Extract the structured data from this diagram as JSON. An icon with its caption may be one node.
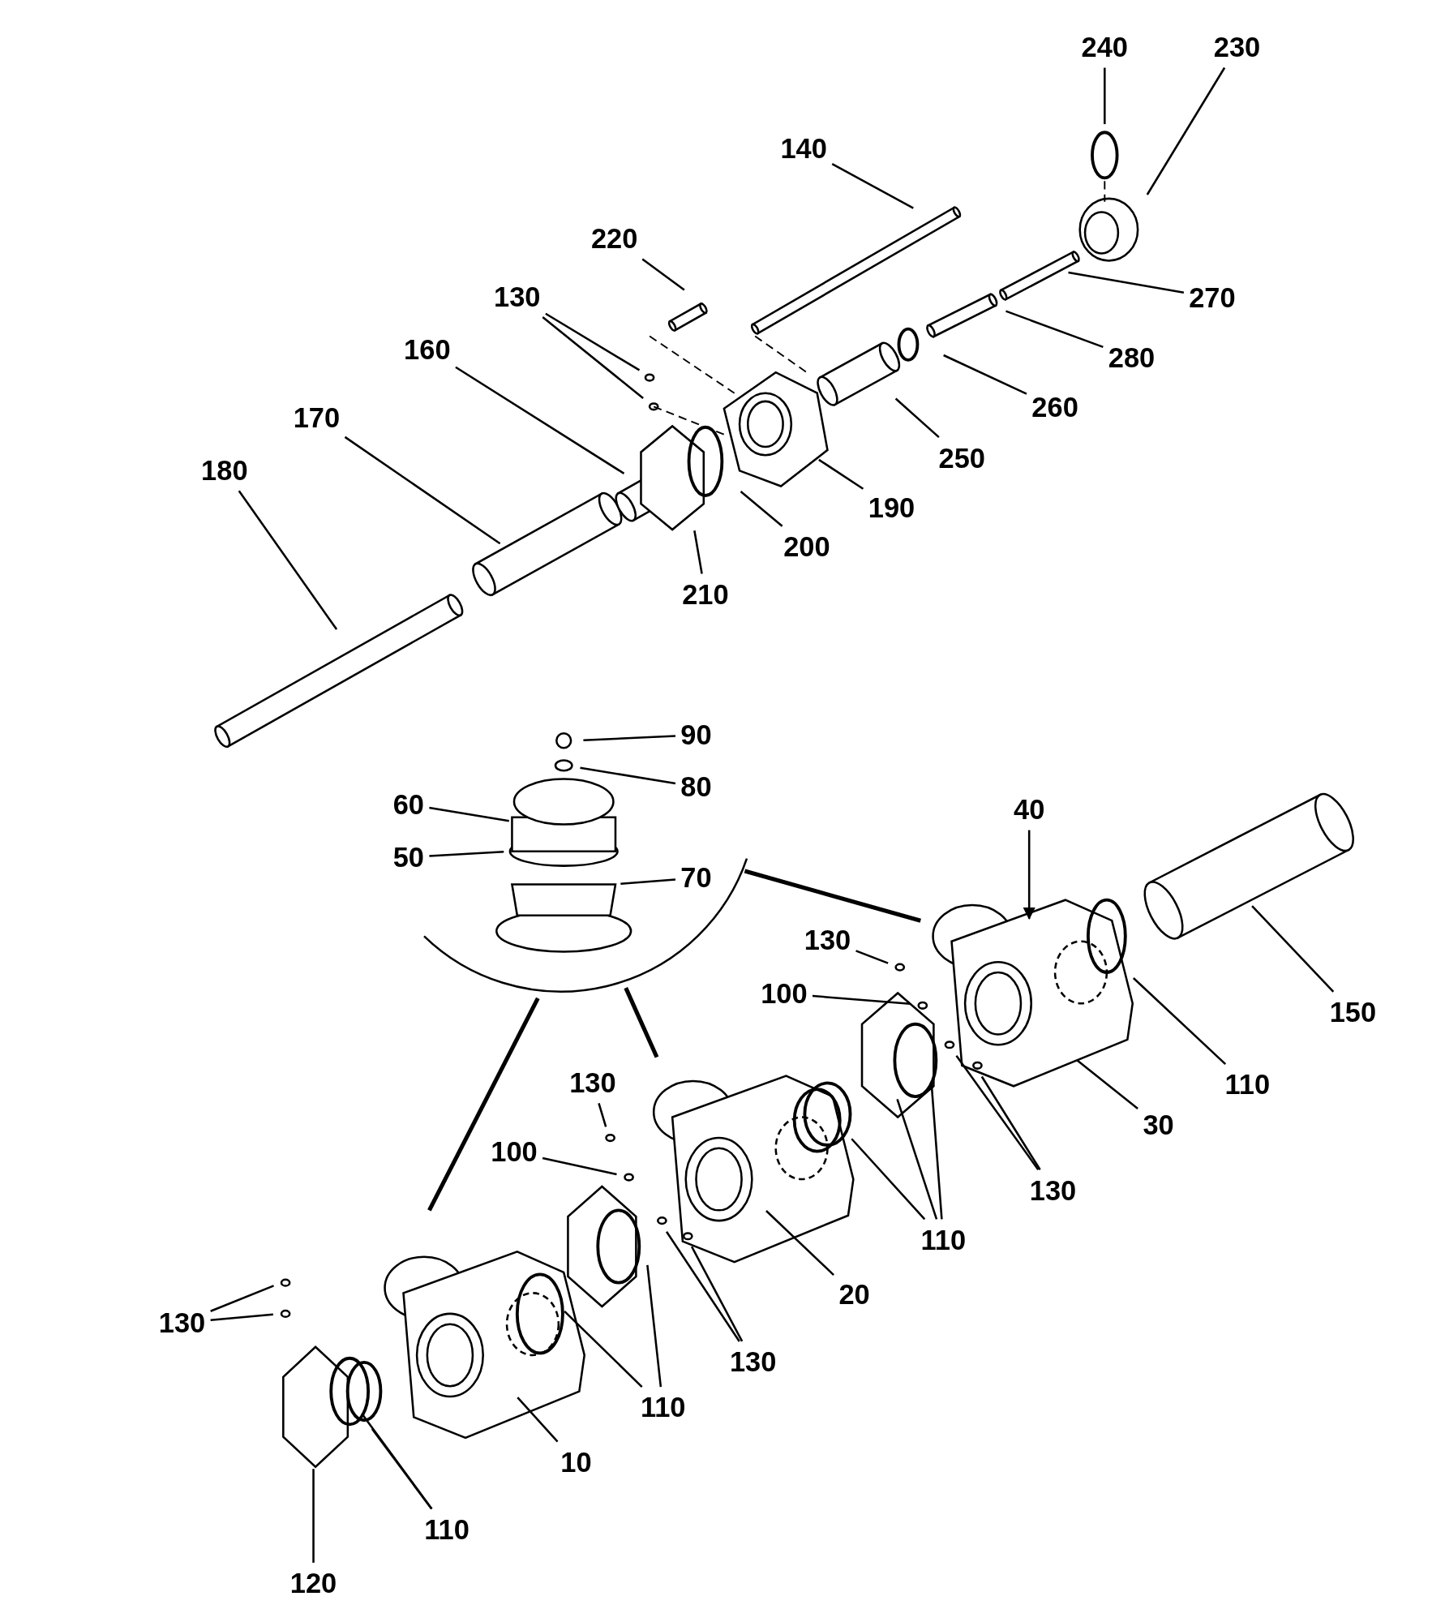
{
  "diagram": {
    "nodes": [
      {
        "text": [
          "240"
        ]
      },
      {
        "text": [
          "230"
        ]
      },
      {
        "text": [
          "140"
        ]
      },
      {
        "text": [
          "220"
        ]
      },
      {
        "text": [
          "130"
        ]
      },
      {
        "text": [
          "270"
        ]
      },
      {
        "text": [
          "160"
        ]
      },
      {
        "text": [
          "280"
        ]
      },
      {
        "text": [
          "260"
        ]
      },
      {
        "text": [
          "170"
        ]
      },
      {
        "text": [
          "250"
        ]
      },
      {
        "text": [
          "180"
        ]
      },
      {
        "text": [
          "190"
        ]
      },
      {
        "text": [
          "200"
        ]
      },
      {
        "text": [
          "210"
        ]
      },
      {
        "text": [
          "90"
        ]
      },
      {
        "text": [
          "80"
        ]
      },
      {
        "text": [
          "60"
        ]
      },
      {
        "text": [
          "40"
        ]
      },
      {
        "text": [
          "50"
        ]
      },
      {
        "text": [
          "70"
        ]
      },
      {
        "text": [
          "130"
        ]
      },
      {
        "text": [
          "100"
        ]
      },
      {
        "text": [
          "150"
        ]
      },
      {
        "text": [
          "110"
        ]
      },
      {
        "text": [
          "130"
        ]
      },
      {
        "text": [
          "30"
        ]
      },
      {
        "text": [
          "100"
        ]
      },
      {
        "text": [
          "130"
        ]
      },
      {
        "text": [
          "110"
        ]
      },
      {
        "text": [
          "20"
        ]
      },
      {
        "text": [
          "130"
        ]
      },
      {
        "text": [
          "130"
        ]
      },
      {
        "text": [
          "110"
        ]
      },
      {
        "text": [
          "10"
        ]
      },
      {
        "text": [
          "110"
        ]
      },
      {
        "text": [
          "120"
        ]
      }
    ],
    "edges": [
      {
        "from": 0,
        "to": null,
        "arrow": "none"
      },
      {
        "from": 1,
        "to": null,
        "arrow": "none"
      },
      {
        "from": 2,
        "to": null,
        "arrow": "none"
      },
      {
        "from": 3,
        "to": null,
        "arrow": "none"
      },
      {
        "from": 4,
        "to": null,
        "arrow": "none"
      },
      {
        "from": 4,
        "to": null,
        "arrow": "none"
      },
      {
        "from": 5,
        "to": null,
        "arrow": "none"
      },
      {
        "from": 6,
        "to": null,
        "arrow": "none"
      },
      {
        "from": 7,
        "to": null,
        "arrow": "none"
      },
      {
        "from": 8,
        "to": null,
        "arrow": "none"
      },
      {
        "from": 9,
        "to": null,
        "arrow": "none"
      },
      {
        "from": 10,
        "to": null,
        "arrow": "none"
      },
      {
        "from": 11,
        "to": null,
        "arrow": "none"
      },
      {
        "from": 12,
        "to": null,
        "arrow": "none"
      },
      {
        "from": 13,
        "to": null,
        "arrow": "none"
      },
      {
        "from": 14,
        "to": null,
        "arrow": "none"
      },
      {
        "from": 15,
        "to": null,
        "arrow": "none"
      },
      {
        "from": 16,
        "to": null,
        "arrow": "none"
      },
      {
        "from": 17,
        "to": null,
        "arrow": "none"
      },
      {
        "from": 18,
        "to": null,
        "arrow": "to"
      },
      {
        "from": 19,
        "to": null,
        "arrow": "none"
      },
      {
        "from": 20,
        "to": null,
        "arrow": "none"
      },
      {
        "from": 21,
        "to": null,
        "arrow": "none"
      },
      {
        "from": 22,
        "to": null,
        "arrow": "none"
      },
      {
        "from": 23,
        "to": null,
        "arrow": "none"
      },
      {
        "from": 24,
        "to": null,
        "arrow": "none"
      },
      {
        "from": 25,
        "to": null,
        "arrow": "none"
      },
      {
        "from": 26,
        "to": null,
        "arrow": "none"
      },
      {
        "from": 27,
        "to": null,
        "arrow": "none"
      },
      {
        "from": 28,
        "to": null,
        "arrow": "none"
      },
      {
        "from": 28,
        "to": null,
        "arrow": "none"
      },
      {
        "from": 29,
        "to": null,
        "arrow": "none"
      },
      {
        "from": 29,
        "to": null,
        "arrow": "none"
      },
      {
        "from": 29,
        "to": null,
        "arrow": "none"
      },
      {
        "from": 30,
        "to": null,
        "arrow": "none"
      },
      {
        "from": 31,
        "to": null,
        "arrow": "none"
      },
      {
        "from": 31,
        "to": null,
        "arrow": "none"
      },
      {
        "from": 32,
        "to": null,
        "arrow": "none"
      },
      {
        "from": 32,
        "to": null,
        "arrow": "none"
      },
      {
        "from": 33,
        "to": null,
        "arrow": "none"
      },
      {
        "from": 33,
        "to": null,
        "arrow": "none"
      },
      {
        "from": 34,
        "to": null,
        "arrow": "none"
      },
      {
        "from": 35,
        "to": null,
        "arrow": "none"
      },
      {
        "from": 35,
        "to": null,
        "arrow": "none"
      },
      {
        "from": 36,
        "to": null,
        "arrow": "none"
      }
    ]
  }
}
